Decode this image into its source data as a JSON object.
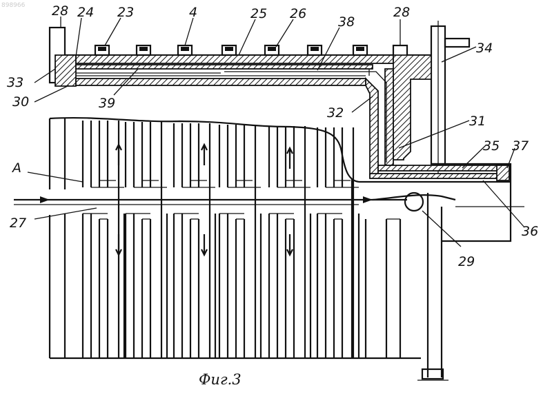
{
  "figure": {
    "caption": "Фиг.3",
    "corner_mark": "898966",
    "labels": [
      {
        "id": "28a",
        "text": "28"
      },
      {
        "id": "24",
        "text": "24"
      },
      {
        "id": "23",
        "text": "23"
      },
      {
        "id": "4",
        "text": "4"
      },
      {
        "id": "25",
        "text": "25"
      },
      {
        "id": "26",
        "text": "26"
      },
      {
        "id": "38",
        "text": "38"
      },
      {
        "id": "28b",
        "text": "28"
      },
      {
        "id": "34",
        "text": "34"
      },
      {
        "id": "33",
        "text": "33"
      },
      {
        "id": "30",
        "text": "30"
      },
      {
        "id": "39",
        "text": "39"
      },
      {
        "id": "32",
        "text": "32"
      },
      {
        "id": "31",
        "text": "31"
      },
      {
        "id": "35",
        "text": "35"
      },
      {
        "id": "37",
        "text": "37"
      },
      {
        "id": "A",
        "text": "A"
      },
      {
        "id": "36",
        "text": "36"
      },
      {
        "id": "27",
        "text": "27"
      },
      {
        "id": "29",
        "text": "29"
      }
    ]
  },
  "colors": {
    "ink": "#111111",
    "paper": "#ffffff"
  }
}
